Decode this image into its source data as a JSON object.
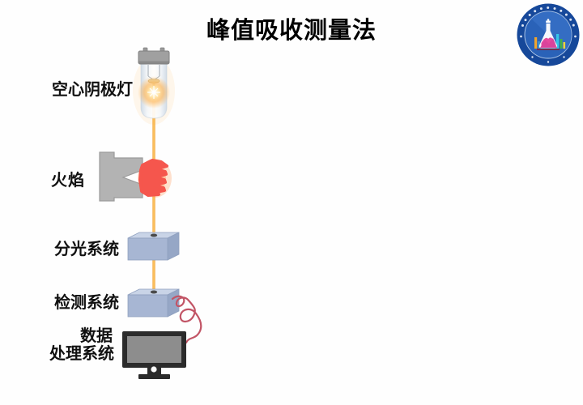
{
  "title": "峰值吸收测量法",
  "labels": {
    "lamp": "空心阴极灯",
    "flame": "火焰",
    "spectroscopy": "分光系统",
    "detection": "检测系统",
    "data_processing_line1": "数据",
    "data_processing_line2": "处理系统"
  },
  "logo": {
    "name": "institution-badge",
    "ring_color": "#16489A",
    "center_color": "#2A62B8"
  },
  "colors": {
    "background": "#FEFEFE",
    "title_text": "#000000",
    "label_text": "#111111",
    "beam": "#F2A12E",
    "beam_core": "#FFD27A",
    "flame": "#F5564D",
    "flame_glow": "#FF9A5C",
    "burner": "#B3B3B3",
    "burner_outline": "#9A9A9A",
    "lamp_cap": "#A0A0A0",
    "lamp_glass_edge": "#CDD9E6",
    "box_front": "#A7B6D3",
    "box_top": "#C9D4E7",
    "box_side": "#96A7C6",
    "wire": "#C25566",
    "monitor_frame": "#2B2B2B",
    "monitor_screen": "#8D8D8D"
  }
}
